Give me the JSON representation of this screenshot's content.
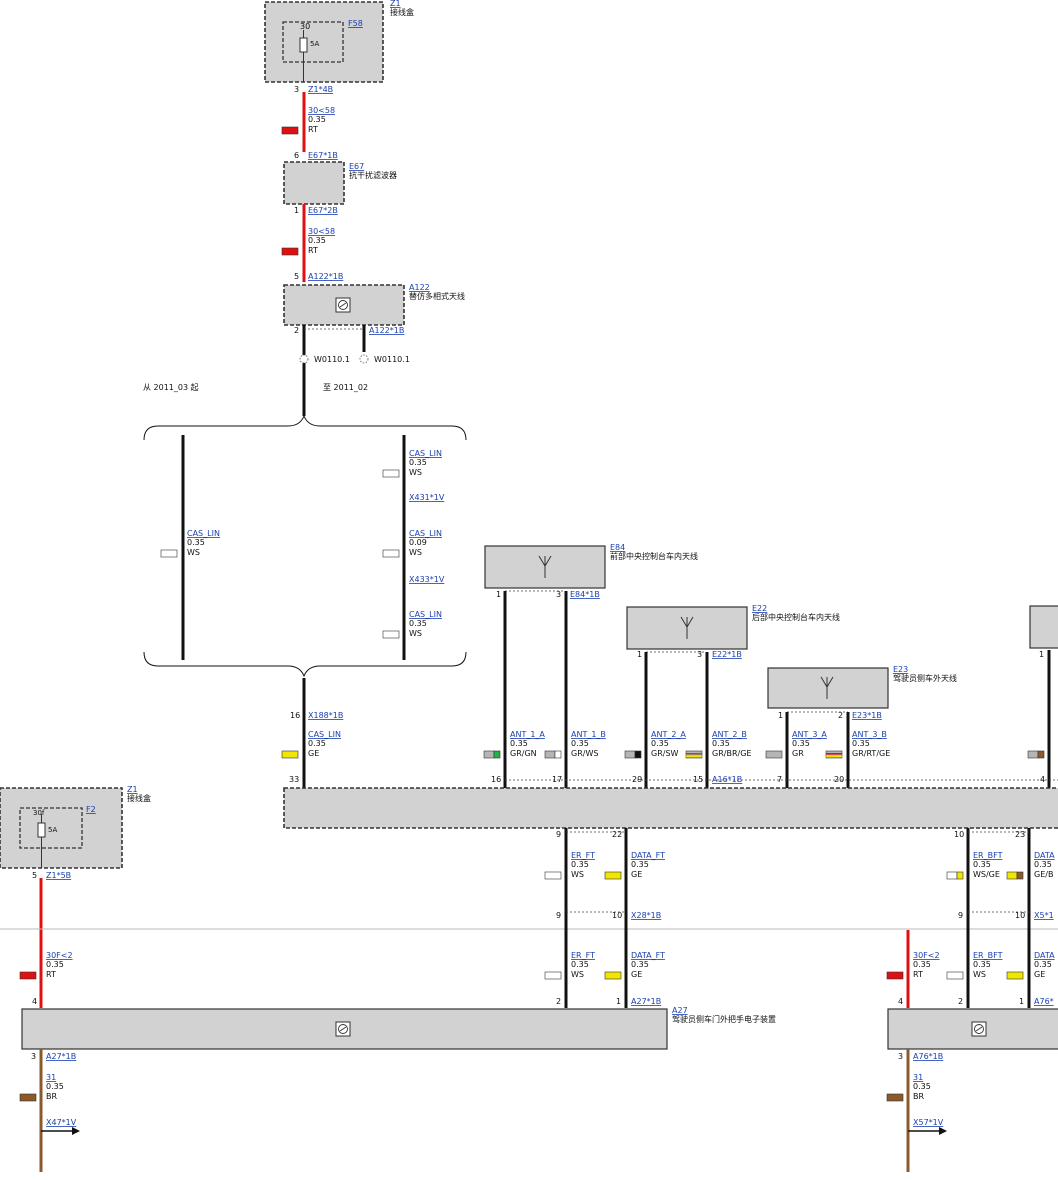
{
  "colors": {
    "RT": "#e01010",
    "BR": "#8b5a2b",
    "GE": "#f2e600",
    "WS": "#ffffff",
    "GN": "#21b24b",
    "SW": "#111111",
    "GR": "#b5b5b5",
    "BK": "#111111"
  },
  "common": {
    "gauge": "0.35",
    "gauge_thin": "0.09",
    "arrow_icon": "arrow-right-icon",
    "antenna_icon": "antenna-icon",
    "module_icon": "module-symbol-icon"
  },
  "components": {
    "z1_top": {
      "id": "Z1",
      "name": "接线盒",
      "fuse_id": "F58",
      "fuse_num": "30",
      "fuse_amp": "5A"
    },
    "e67": {
      "id": "E67",
      "name": "抗干扰滤波器"
    },
    "a122": {
      "id": "A122",
      "name": "替仿多相式天线"
    },
    "e84": {
      "id": "E84",
      "name": "前部中央控制台车内天线"
    },
    "e22": {
      "id": "E22",
      "name": "后部中央控制台车内天线"
    },
    "e23": {
      "id": "E23",
      "name": "驾驶员侧车外天线"
    },
    "z1_bot": {
      "id": "Z1",
      "name": "接线盒",
      "fuse_id": "F2",
      "fuse_num": "30f",
      "fuse_amp": "5A"
    },
    "a27": {
      "id": "A27",
      "name": "驾驶员侧车门外把手电子装置"
    }
  },
  "connectors": {
    "z1_4b": "Z1*4B",
    "e67_1b": "E67*1B",
    "e67_2b": "E67*2B",
    "a122_1b_top": "A122*1B",
    "a122_1b_bot": "A122*1B",
    "x431": "X431*1V",
    "x433": "X433*1V",
    "x188": "X188*1B",
    "e84_1b": "E84*1B",
    "e22_1b": "E22*1B",
    "e23_1b": "E23*1B",
    "a16": "A16*1B",
    "z1_5b": "Z1*5B",
    "x28": "X28*1B",
    "x5": "X5*1",
    "a27_1b_top": "A27*1B",
    "a27_1b_bot": "A27*1B",
    "a76_top": "A76*",
    "a76_bot": "A76*1B",
    "x47": "X47*1V",
    "x57": "X57*1V"
  },
  "splices": {
    "left": "W0110.1",
    "right": "W0110.1"
  },
  "variants": {
    "from": "从 2011_03 起",
    "to": "至 2011_02"
  },
  "wires": {
    "w1": {
      "signal": "30<58",
      "color": "RT"
    },
    "w2": {
      "signal": "30<58",
      "color": "RT"
    },
    "cas_left": {
      "signal": "CAS_LIN",
      "color": "WS"
    },
    "cas_r1": {
      "signal": "CAS_LIN",
      "color": "WS"
    },
    "cas_r2": {
      "signal": "CAS_LIN",
      "color": "WS"
    },
    "cas_r3": {
      "signal": "CAS_LIN",
      "color": "WS"
    },
    "cas_main": {
      "signal": "CAS_LIN",
      "color": "GE"
    },
    "ant1a": {
      "signal": "ANT_1_A",
      "color": "GR/GN"
    },
    "ant1b": {
      "signal": "ANT_1_B",
      "color": "GR/WS"
    },
    "ant2a": {
      "signal": "ANT_2_A",
      "color": "GR/SW"
    },
    "ant2b": {
      "signal": "ANT_2_B",
      "color": "GR/BR/GE"
    },
    "ant3a": {
      "signal": "ANT_3_A",
      "color": "GR"
    },
    "ant3b": {
      "signal": "ANT_3_B",
      "color": "GR/RT/GE"
    },
    "erft1": {
      "signal": "ER_FT",
      "color": "WS"
    },
    "dataft1": {
      "signal": "DATA_FT",
      "color": "GE"
    },
    "erbft1": {
      "signal": "ER_BFT",
      "color": "WS/GE"
    },
    "datab1": {
      "signal": "DATA",
      "color": "GE/B"
    },
    "p30f_l": {
      "signal": "30F<2",
      "color": "RT"
    },
    "erft2": {
      "signal": "ER_FT",
      "color": "WS"
    },
    "dataft2": {
      "signal": "DATA_FT",
      "color": "GE"
    },
    "p30f_r": {
      "signal": "30F<2",
      "color": "RT"
    },
    "erbft2": {
      "signal": "ER_BFT",
      "color": "WS"
    },
    "datab2": {
      "signal": "DATA",
      "color": "GE"
    },
    "gnd_l": {
      "signal": "31",
      "color": "BR"
    },
    "gnd_r": {
      "signal": "31",
      "color": "BR"
    }
  },
  "pins": {
    "p3": "3",
    "p6": "6",
    "p1": "1",
    "p5": "5",
    "p2": "2",
    "p16": "16",
    "p33": "33",
    "p16b": "16",
    "p17": "17",
    "p29": "29",
    "p15": "15",
    "p7": "7",
    "p20": "20",
    "p4": "4",
    "e84_1": "1",
    "e84_3": "3",
    "e22_1": "1",
    "e22_3": "3",
    "e23_1": "1",
    "e23_2": "2",
    "ext_1": "1",
    "p9": "9",
    "p22": "22",
    "p10": "10",
    "p23": "23",
    "p9b": "9",
    "p10b": "10",
    "p9c": "9",
    "p10c": "10",
    "z5": "5",
    "a27_4": "4",
    "a27_2": "2",
    "a27_1": "1",
    "a27_3": "3",
    "a76_4": "4",
    "a76_2": "2",
    "a76_1": "1",
    "a76_3": "3"
  }
}
